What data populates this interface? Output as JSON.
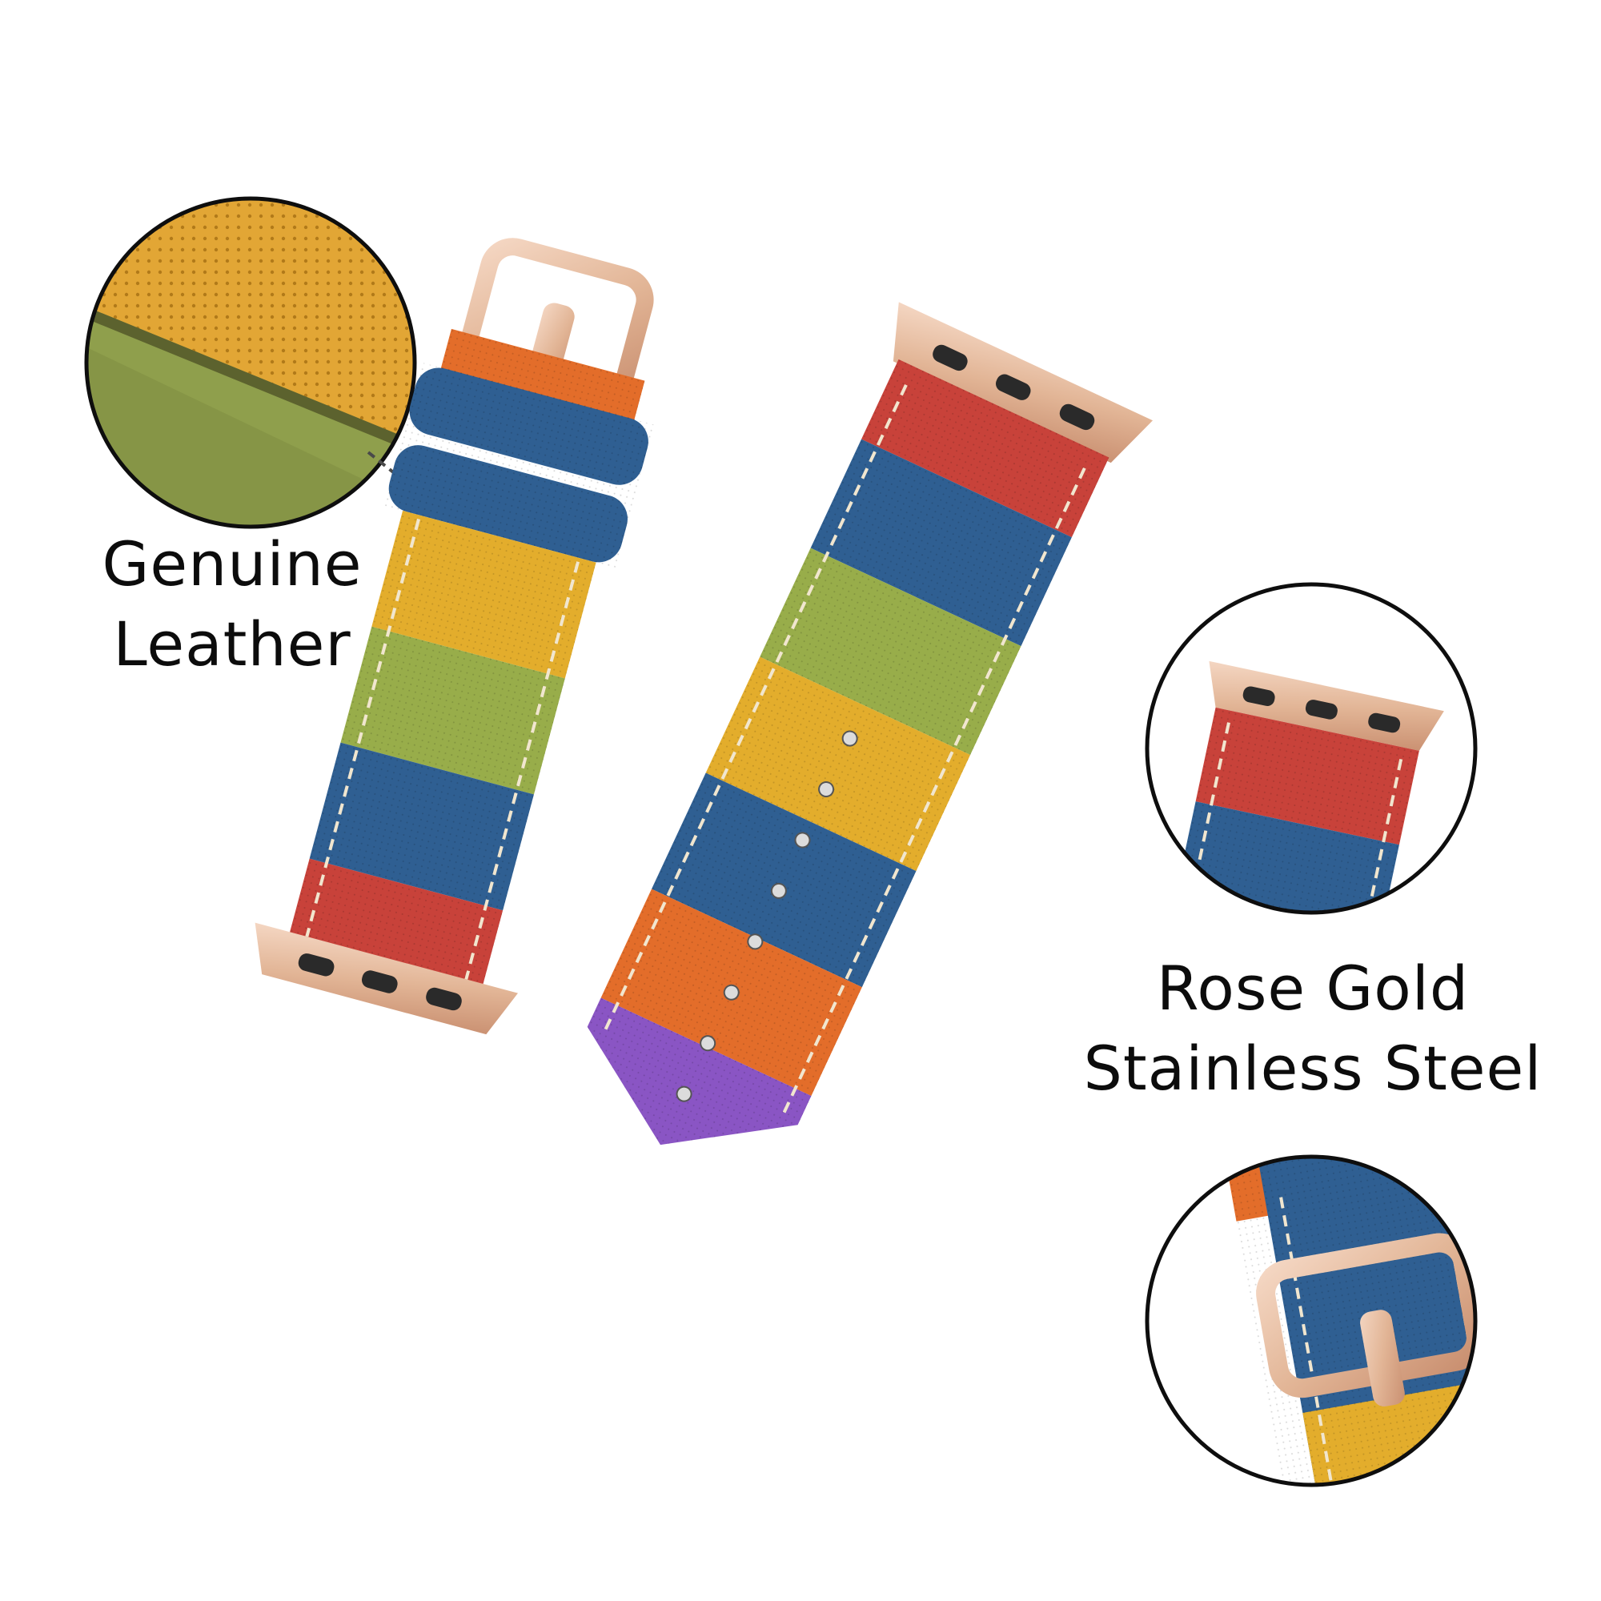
{
  "callouts": {
    "leather": {
      "line1": "Genuine",
      "line2": "Leather"
    },
    "hardware": {
      "line1": "Rose Gold",
      "line2": "Stainless Steel"
    }
  },
  "palette": {
    "red": "#c8423a",
    "blue": "#2f5f92",
    "green": "#98ad4a",
    "yellow": "#e3ad2c",
    "orange": "#e36d2a",
    "purple": "#8a55c4",
    "rose_gold": "#e9c2a8",
    "stitching": "#f1e6cf"
  },
  "product": {
    "strap_a_colors_top_to_bottom": [
      "orange",
      "blue",
      "yellow",
      "green",
      "blue",
      "red"
    ],
    "strap_b_colors_top_to_bottom": [
      "red",
      "blue",
      "green",
      "yellow",
      "blue",
      "orange",
      "purple"
    ]
  }
}
